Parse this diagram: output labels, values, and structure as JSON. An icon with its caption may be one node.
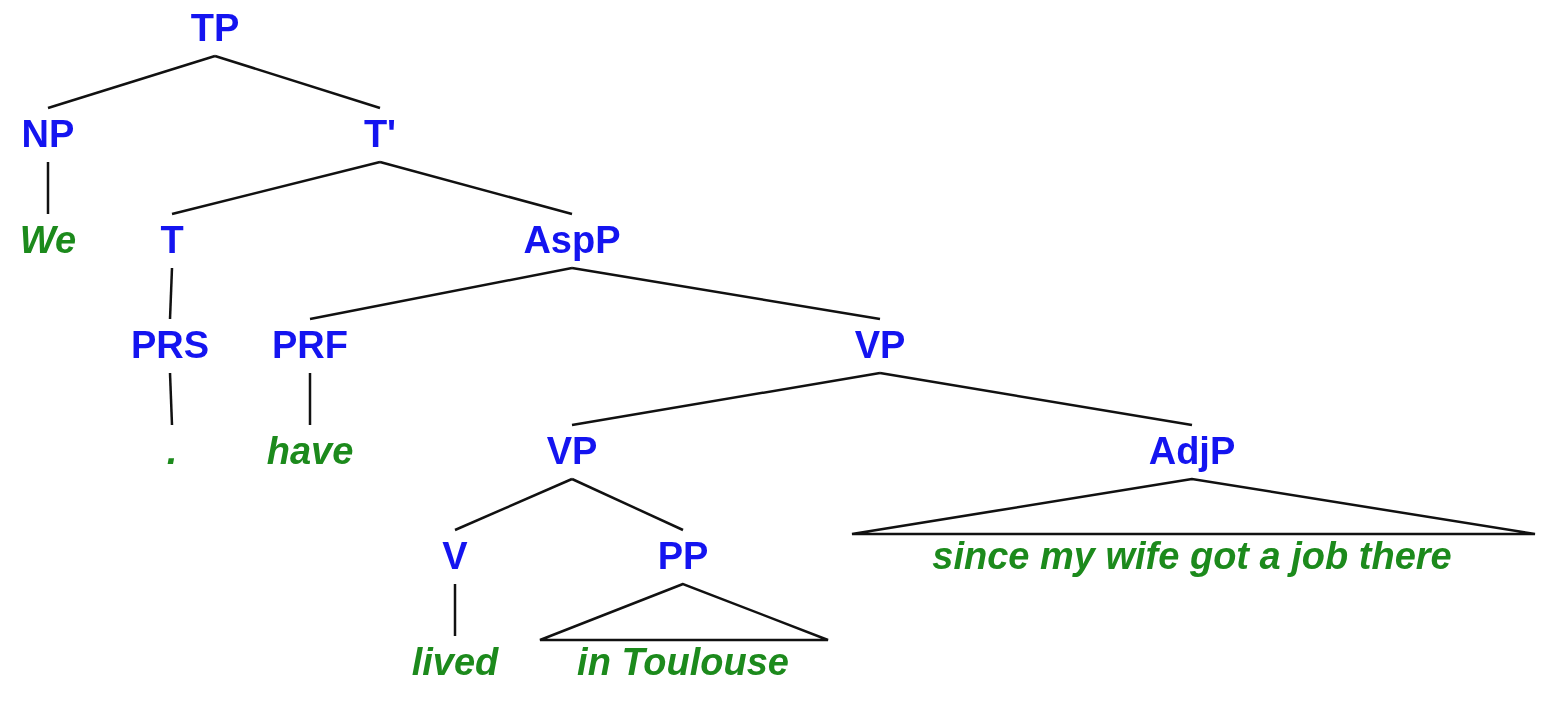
{
  "diagram": {
    "nodes": [
      {
        "text": [
          "TP"
        ]
      },
      {
        "text": [
          "NP"
        ]
      },
      {
        "text": [
          "T'"
        ]
      },
      {
        "text": [
          "We"
        ]
      },
      {
        "text": [
          "T"
        ]
      },
      {
        "text": [
          "AspP"
        ]
      },
      {
        "text": [
          "PRS"
        ]
      },
      {
        "text": [
          "PRF"
        ]
      },
      {
        "text": [
          "VP"
        ]
      },
      {
        "text": [
          "."
        ]
      },
      {
        "text": [
          "have"
        ]
      },
      {
        "text": [
          "VP"
        ]
      },
      {
        "text": [
          "AdjP"
        ]
      },
      {
        "text": [
          "V"
        ]
      },
      {
        "text": [
          "PP"
        ]
      },
      {
        "text": [
          "since my wife got a job there"
        ]
      },
      {
        "text": [
          "lived"
        ]
      },
      {
        "text": [
          "in Toulouse"
        ]
      }
    ],
    "edges": [
      {
        "from": 0,
        "to": 1,
        "arrow": "none"
      },
      {
        "from": 0,
        "to": 2,
        "arrow": "none"
      },
      {
        "from": 1,
        "to": 3,
        "arrow": "none"
      },
      {
        "from": 2,
        "to": 4,
        "arrow": "none"
      },
      {
        "from": 2,
        "to": 5,
        "arrow": "none"
      },
      {
        "from": 4,
        "to": 6,
        "arrow": "none"
      },
      {
        "from": 5,
        "to": 7,
        "arrow": "none"
      },
      {
        "from": 5,
        "to": 8,
        "arrow": "none"
      },
      {
        "from": 6,
        "to": 9,
        "arrow": "none"
      },
      {
        "from": 7,
        "to": 10,
        "arrow": "none"
      },
      {
        "from": 8,
        "to": 11,
        "arrow": "none"
      },
      {
        "from": 8,
        "to": 12,
        "arrow": "none"
      },
      {
        "from": 11,
        "to": 13,
        "arrow": "none"
      },
      {
        "from": 11,
        "to": 14,
        "arrow": "none"
      },
      {
        "from": 12,
        "to": 15,
        "arrow": "none"
      },
      {
        "from": 13,
        "to": 16,
        "arrow": "none"
      },
      {
        "from": 14,
        "to": 17,
        "arrow": "none"
      }
    ]
  }
}
